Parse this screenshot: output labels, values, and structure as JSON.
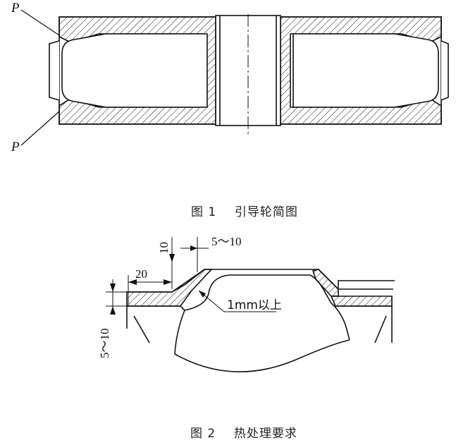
{
  "figure1": {
    "caption_number": "图 1",
    "caption_title": "引导轮简图",
    "label_p_top": "P",
    "label_p_bottom": "P"
  },
  "figure2": {
    "caption_number": "图 2",
    "caption_title": "热处理要求",
    "dim_10": "10",
    "dim_5_10_top": "5～10",
    "dim_20": "20",
    "dim_5_10_side": "5～10",
    "note_1mm": "1mm以上"
  }
}
